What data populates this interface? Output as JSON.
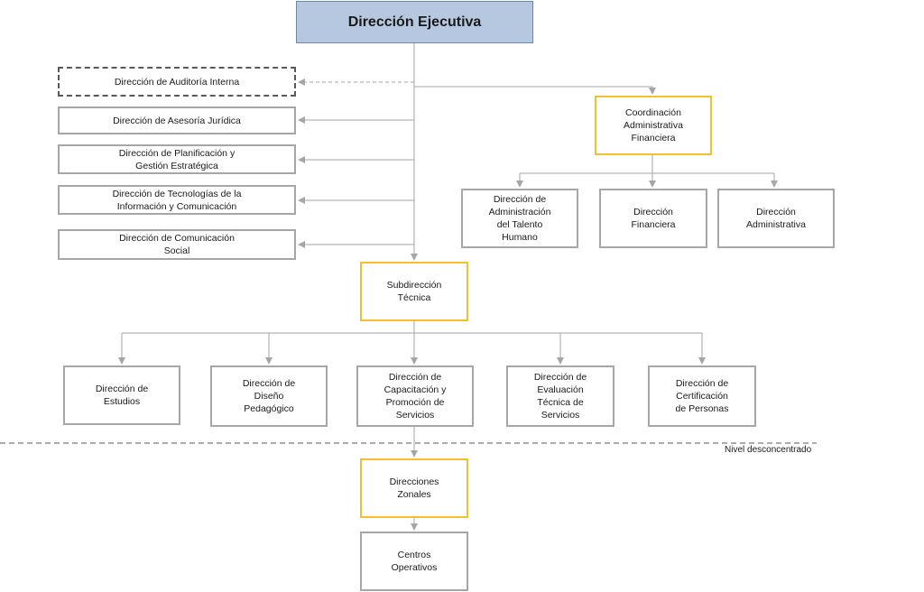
{
  "colors": {
    "exec_fill": "#b6c8e0",
    "exec_border": "#6f87a8",
    "box_border": "#a6a6a6",
    "highlight_border": "#f0c030",
    "dashed_border": "#595959",
    "connector": "#a6a6a6"
  },
  "org": {
    "executive": "Dirección Ejecutiva",
    "staff_units": {
      "auditoria": "Dirección de Auditoría Interna",
      "asesoria": "Dirección de Asesoría Jurídica",
      "planificacion": "Dirección de Planificación y\nGestión Estratégica",
      "tecnologias": "Dirección de Tecnologías de la\nInformación y Comunicación",
      "comunicacion": "Dirección de Comunicación\nSocial"
    },
    "coordinacion": {
      "title": "Coordinación\nAdministrativa\nFinanciera",
      "talento": "Dirección de\nAdministración\ndel Talento\nHumano",
      "financiera": "Dirección\nFinanciera",
      "administrativa": "Dirección\nAdministrativa"
    },
    "subdireccion": {
      "title": "Subdirección\nTécnica",
      "estudios": "Dirección de\nEstudios",
      "diseno": "Dirección de\nDiseño\nPedagógico",
      "capacitacion": "Dirección de\nCapacitación y\nPromoción de\nServicios",
      "evaluacion": "Dirección de\nEvaluación\nTécnica de\nServicios",
      "certificacion": "Dirección de\nCertificación\nde Personas"
    },
    "level_label": "Nivel desconcentrado",
    "zonales": "Direcciones\nZonales",
    "centros": "Centros\nOperativos"
  }
}
